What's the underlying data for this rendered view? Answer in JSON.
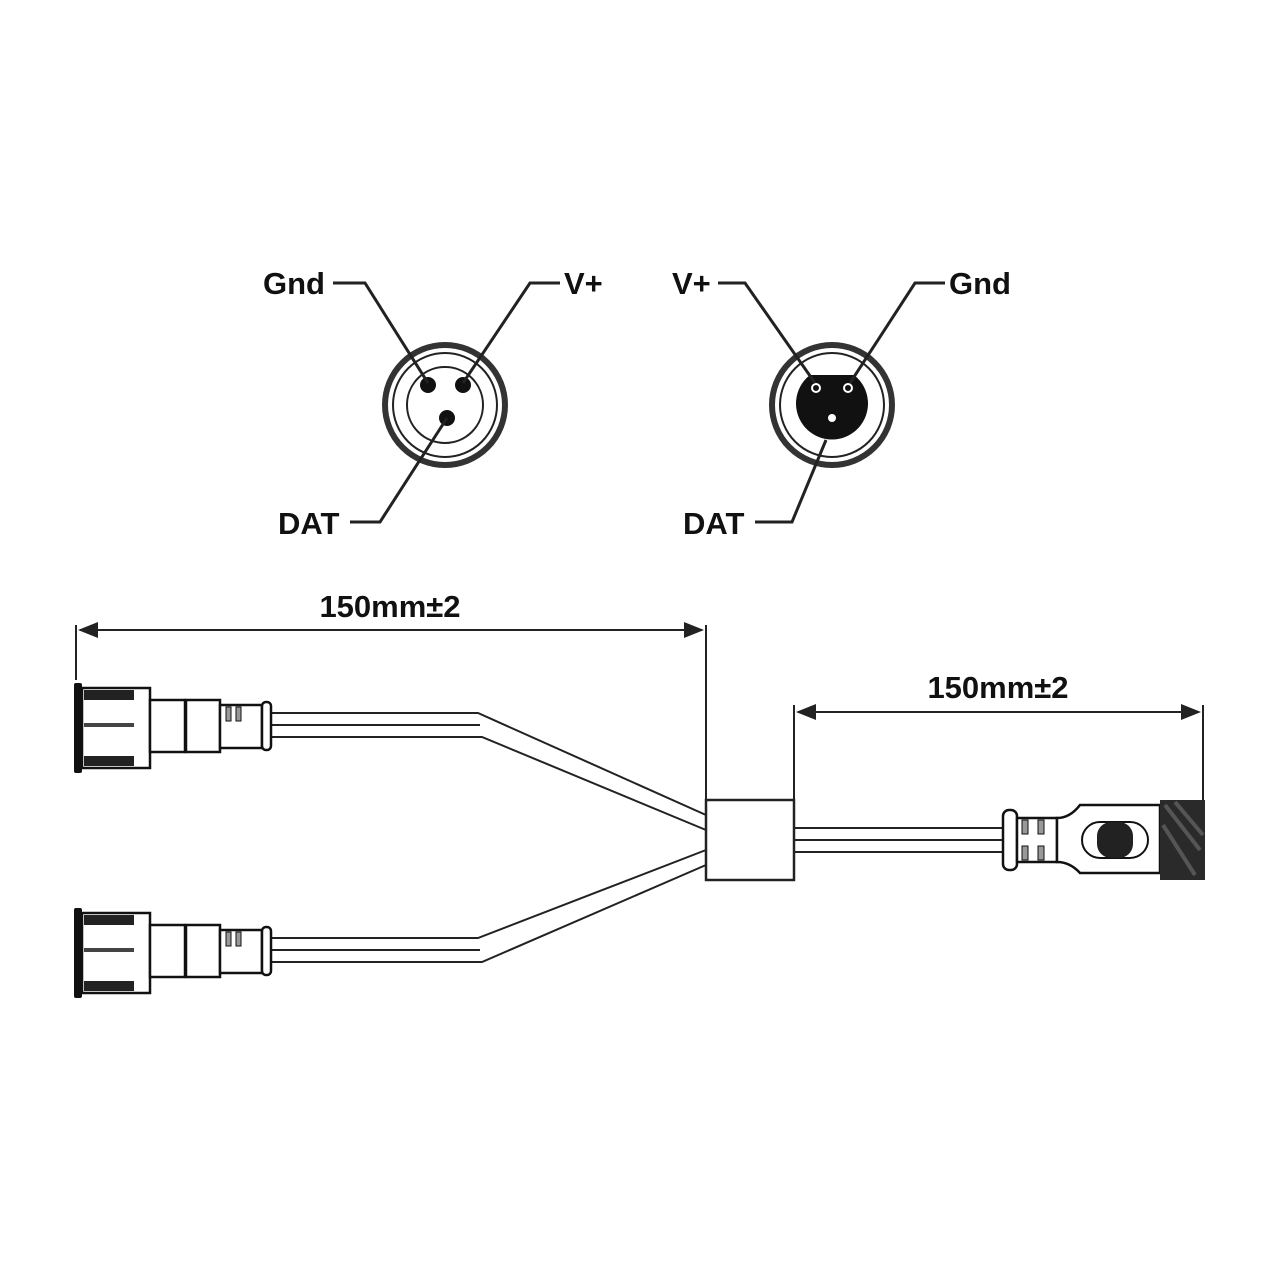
{
  "left_connector_pinout": {
    "gnd": "Gnd",
    "vplus": "V+",
    "dat": "DAT"
  },
  "right_connector_pinout": {
    "vplus": "V+",
    "gnd": "Gnd",
    "dat": "DAT"
  },
  "dimensions": {
    "left_length": "150mm±2",
    "right_length": "150mm±2"
  },
  "colors": {
    "line": "#222222",
    "background": "#ffffff"
  }
}
